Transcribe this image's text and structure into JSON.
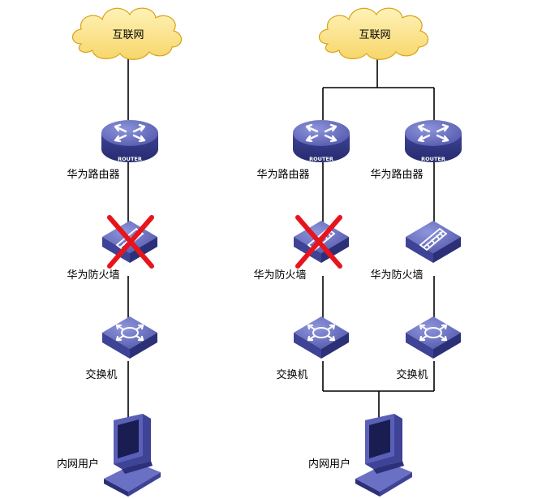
{
  "left": {
    "internet": "互联网",
    "router": {
      "label": "华为路由器",
      "badge": "ROUTER"
    },
    "firewall": {
      "label": "华为防火墙",
      "failed": true
    },
    "switch": {
      "label": "交换机"
    },
    "pc": {
      "label": "内网用户"
    }
  },
  "right": {
    "internet": "互联网",
    "router_a": {
      "label": "华为路由器",
      "badge": "ROUTER"
    },
    "router_b": {
      "label": "华为路由器",
      "badge": "ROUTER"
    },
    "firewall_a": {
      "label": "华为防火墙",
      "failed": true
    },
    "firewall_b": {
      "label": "华为防火墙",
      "failed": false
    },
    "switch_a": {
      "label": "交换机"
    },
    "switch_b": {
      "label": "交换机"
    },
    "pc": {
      "label": "内网用户"
    }
  },
  "colors": {
    "cloud_fill": "#fde68a",
    "cloud_stroke": "#d8a31a",
    "device_top": "#6a70c4",
    "device_side": "#3c408f",
    "failure_mark": "#e8141c",
    "link": "#000000"
  }
}
